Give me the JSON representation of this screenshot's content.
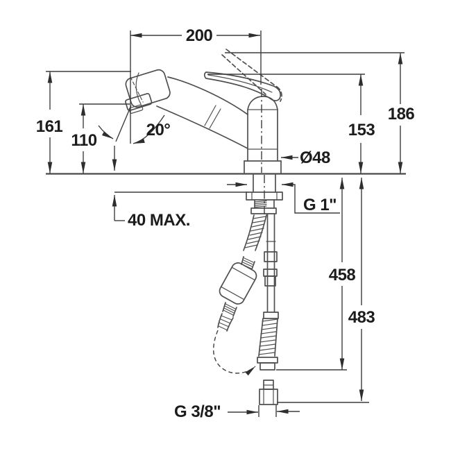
{
  "drawing": {
    "type": "technical-dimension-drawing",
    "subject": "single-lever kitchen mixer tap with pull-out spray, side view with installation dimensions",
    "units": "mm",
    "colors": {
      "background": "#ffffff",
      "line": "#4f4f4f",
      "dimension_line": "#3d3d3d",
      "text": "#1c1c1c"
    },
    "dimensions": {
      "spout_reach": "200",
      "spout_height": "161",
      "outlet_height": "110",
      "spray_angle": "20°",
      "body_height": "153",
      "handle_height": "186",
      "body_diameter": "Ø48",
      "max_counter_thickness": "40 MAX.",
      "hose_length_to_connector": "458",
      "total_length_to_supply": "483",
      "mounting_thread": "G 1\"",
      "supply_thread": "G 3/8\""
    }
  }
}
